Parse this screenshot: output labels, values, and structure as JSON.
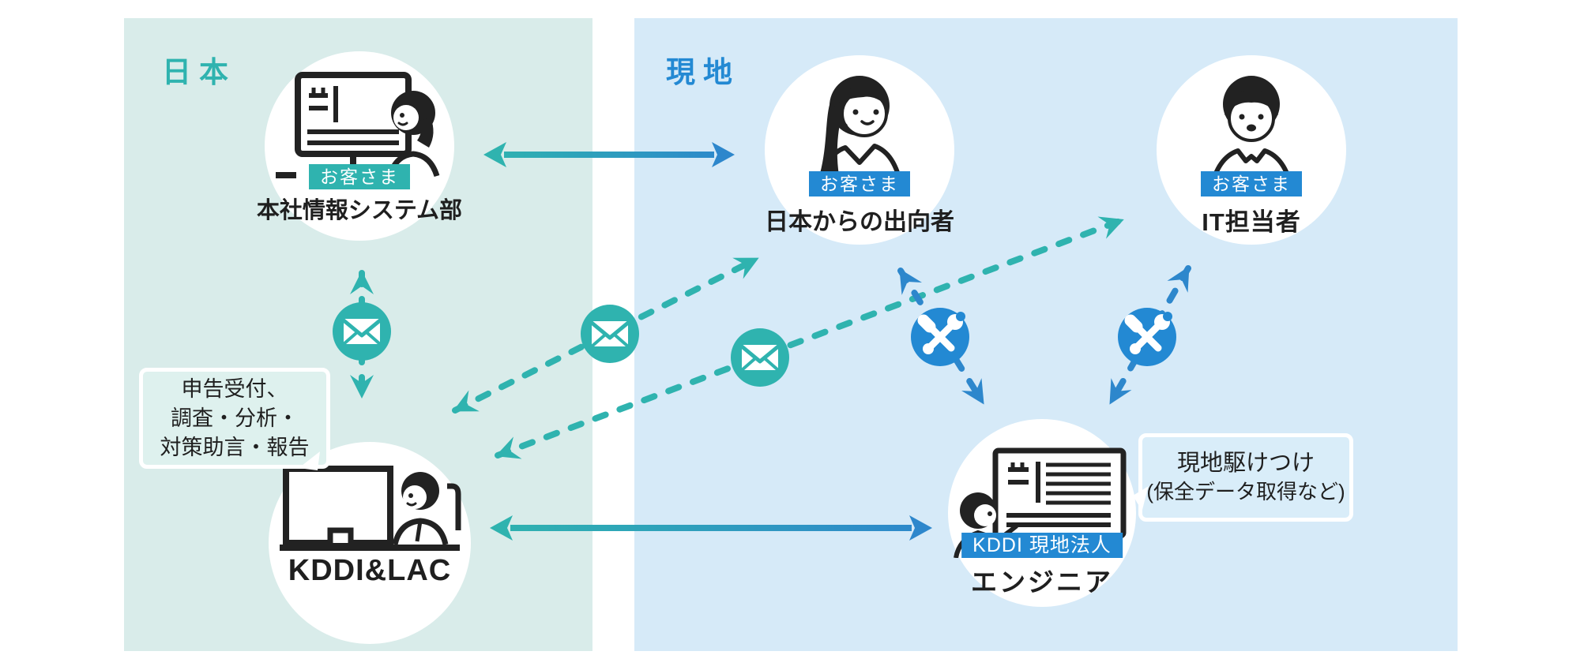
{
  "panels": {
    "japan": {
      "title": "日本"
    },
    "local": {
      "title": "現地"
    }
  },
  "nodes": {
    "headquarters": {
      "badge": "お客さま",
      "label": "本社情報システム部"
    },
    "expat": {
      "badge": "お客さま",
      "label": "日本からの出向者"
    },
    "it_staff": {
      "badge": "お客さま",
      "label": "IT担当者"
    },
    "kddi_lac": {
      "label": "KDDI&LAC"
    },
    "engineer": {
      "badge": "KDDI 現地法人",
      "label": "エンジニア"
    }
  },
  "bubbles": {
    "kddi_lac_services": {
      "lines": [
        "申告受付、",
        "調査・分析・",
        "対策助言・報告"
      ]
    },
    "onsite_response": {
      "lines": [
        "現地駆けつけ",
        "(保全データ取得など)"
      ]
    }
  },
  "icons": {
    "mail": "mail-icon",
    "tools": "wrench-screwdriver-icon"
  },
  "colors": {
    "teal": "#2fb3af",
    "teal_panel": "#d9ecea",
    "teal_bubble": "#def1ee",
    "blue": "#2389d3",
    "blue_arrow": "#2d87cc",
    "blue_panel": "#d6eaf8",
    "blue_bubble": "#d9edf9",
    "text_dark": "#1f1f1f",
    "node_bg": "#ffffff",
    "ink": "#222222"
  }
}
